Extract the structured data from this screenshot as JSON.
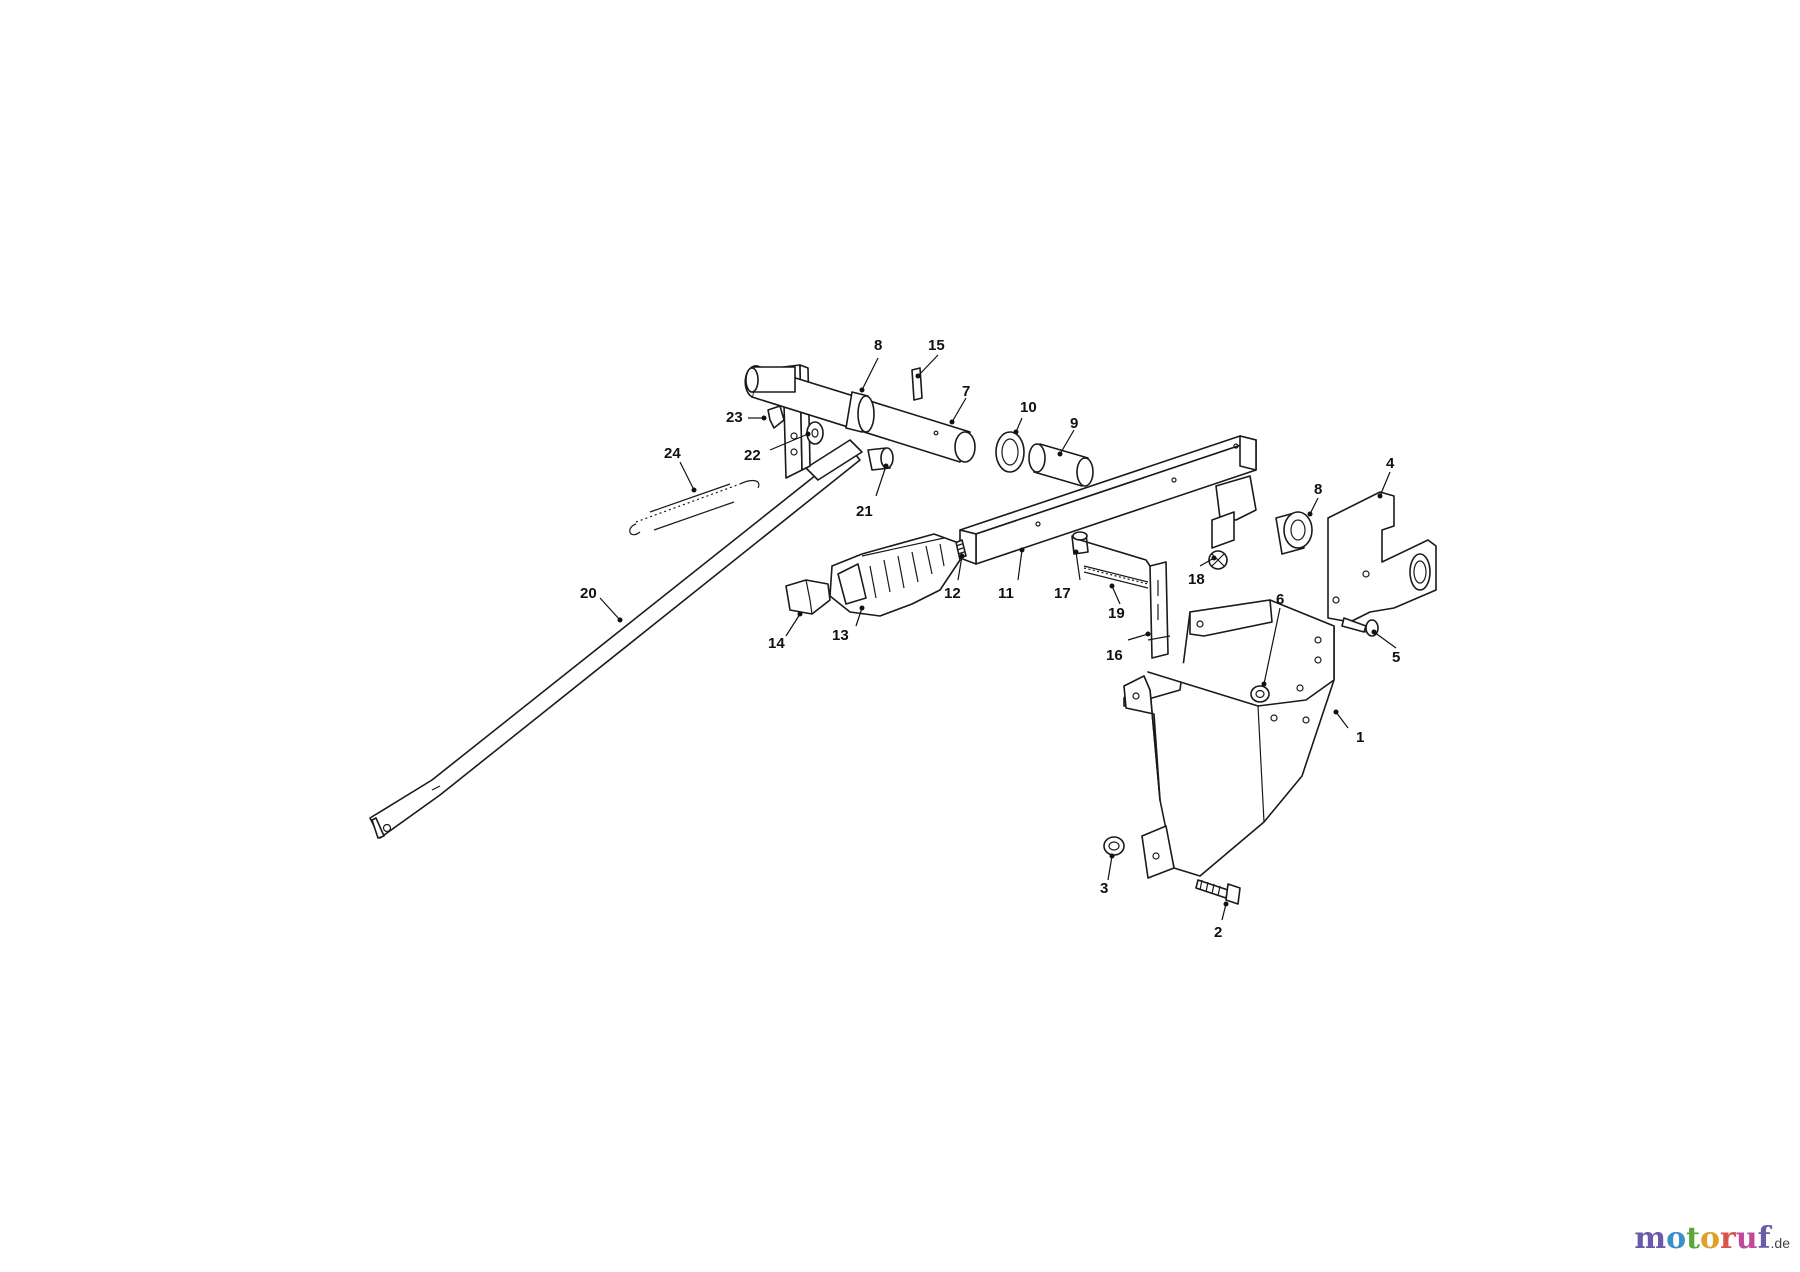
{
  "diagram": {
    "callouts": [
      "1",
      "2",
      "3",
      "4",
      "5",
      "6",
      "7",
      "8",
      "8",
      "9",
      "10",
      "11",
      "12",
      "13",
      "14",
      "15",
      "16",
      "17",
      "18",
      "19",
      "20",
      "21",
      "22",
      "23",
      "24"
    ]
  },
  "watermark": {
    "text": "motoruf",
    "tld": ".de",
    "colors": [
      "#6a5aa8",
      "#3d8fc7",
      "#5aa63a",
      "#e0a12a",
      "#d9534f",
      "#c04a9a"
    ]
  }
}
